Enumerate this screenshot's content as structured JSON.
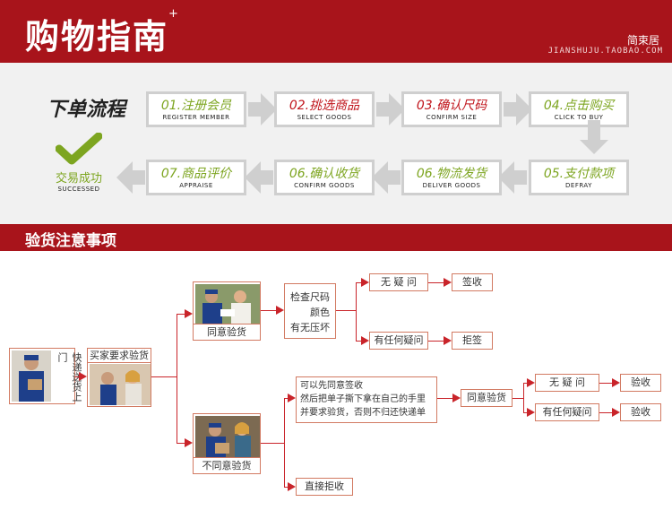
{
  "header": {
    "title": "购物指南",
    "plus": "+",
    "shop_name": "简束居",
    "shop_url": "JIANSHUJU.TAOBAO.COM"
  },
  "process": {
    "label": "下单流程",
    "steps": [
      {
        "cn": "01.注册会员",
        "en": "REGISTER MEMBER"
      },
      {
        "cn": "02.挑选商品",
        "en": "SELECT GOODS"
      },
      {
        "cn": "03.确认尺码",
        "en": "CONFIRM SIZE"
      },
      {
        "cn": "04.点击购买",
        "en": "CLICK TO BUY"
      },
      {
        "cn": "05.支付款项",
        "en": "DEFRAY"
      },
      {
        "cn": "06.物流发货",
        "en": "DELIVER GOODS"
      },
      {
        "cn": "06.确认收货",
        "en": "CONFIRM GOODS"
      },
      {
        "cn": "07.商品评价",
        "en": "APPRAISE"
      }
    ],
    "success": {
      "cn": "交易成功",
      "en": "SUCCESSED"
    }
  },
  "inspection": {
    "title": "验货注意事项",
    "courier": "快递送货上门",
    "buyer_request": "买家要求验货",
    "agree": "同意验货",
    "disagree": "不同意验货",
    "check_items": [
      "检查尺码",
      "颜色",
      "有无压坏"
    ],
    "no_doubt": "无 疑 问",
    "any_doubt": "有任何疑问",
    "sign": "签收",
    "reject": "拒签",
    "sign_first": [
      "可以先同意签收",
      "然后把单子撕下拿在自己的手里",
      "并要求验货，否则不归还快递单"
    ],
    "agree_inspect": "同意验货",
    "no_doubt2": "无 疑 问",
    "any_doubt2": "有任何疑问",
    "inspect1": "验收",
    "inspect2": "验收",
    "direct_reject": "直接拒收"
  },
  "colors": {
    "brand_red": "#a8141b",
    "green": "#7da520",
    "line_red": "#c9242a"
  }
}
